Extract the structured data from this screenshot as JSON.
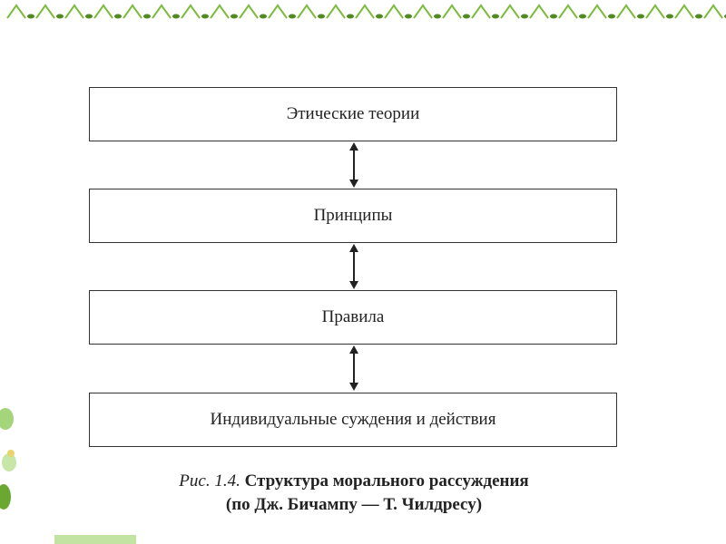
{
  "colors": {
    "border": "#333333",
    "text": "#222222",
    "leaf_green": "#7dbb3c",
    "leaf_dark": "#4f8a22"
  },
  "decor": {
    "top_border_icon": "green-zigzag-leaf-border",
    "left_icon": "flower-leaf-decor"
  },
  "diagram": {
    "boxes": [
      {
        "label": "Этические теории"
      },
      {
        "label": "Принципы"
      },
      {
        "label": "Правила"
      },
      {
        "label": "Индивидуальные суждения и действия"
      }
    ],
    "arrows": [
      {
        "icon": "double-arrow-vertical-icon"
      },
      {
        "icon": "double-arrow-vertical-icon"
      },
      {
        "icon": "double-arrow-vertical-icon"
      }
    ]
  },
  "caption": {
    "figure_label": "Рис. 1.4.",
    "title": "Структура морального рассуждения",
    "subtitle": "(по Дж. Бичампу — Т. Чилдресу)"
  }
}
